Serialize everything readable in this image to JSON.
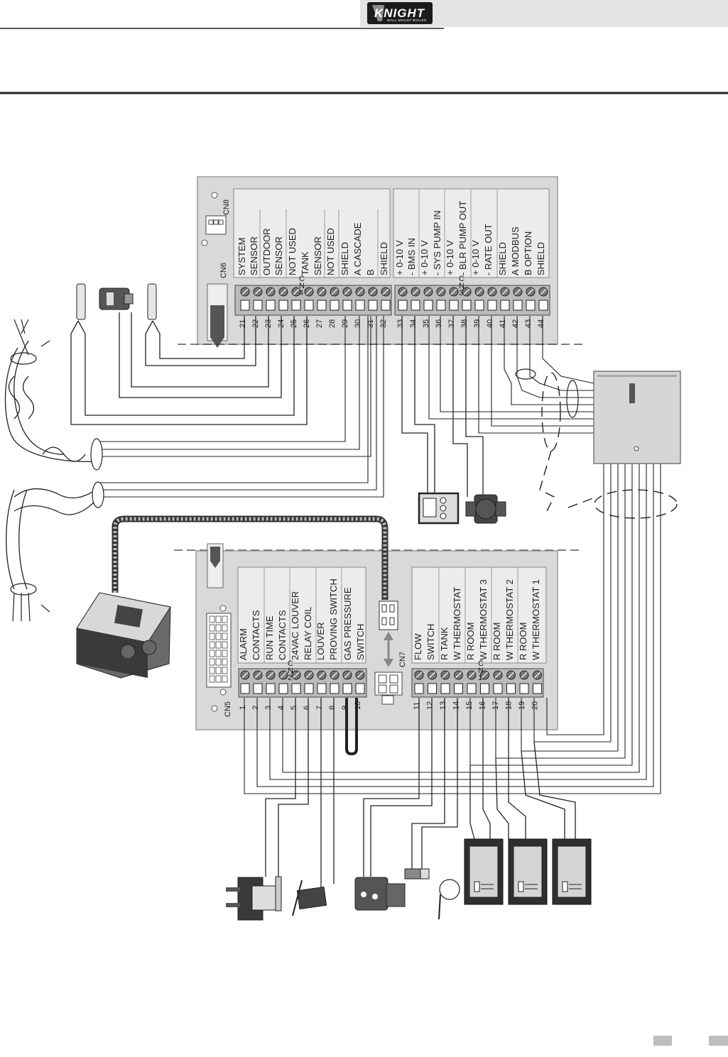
{
  "header": {
    "logo_text": "KNIGHT",
    "logo_subtext": "WALL MOUNT BOILER"
  },
  "upper_board": {
    "connectors": [
      "CN8",
      "CN6"
    ],
    "labels_left": [
      "SYSTEM",
      "SENSOR",
      "OUTDOOR",
      "SENSOR",
      "NOT USED",
      "TANK",
      "SENSOR",
      "NOT USED",
      "SHIELD",
      "A   CASCADE",
      "B",
      "SHIELD"
    ],
    "labels_right": [
      "+  0-10 V",
      "-  BMS IN",
      "+  0-10 V",
      "-  SYS PUMP IN",
      "+  0-10 V",
      "-  BLR PUMP OUT",
      "+  0-10 V",
      "-  RATE OUT",
      "SHIELD",
      "A   MODBUS",
      "B   OPTION",
      "SHIELD"
    ],
    "cn_markers": [
      {
        "c": "C",
        "n": "N",
        "d": "4"
      },
      {
        "c": "C",
        "n": "N",
        "d": "3"
      }
    ],
    "terminals_left": [
      "21",
      "22",
      "23",
      "24",
      "25",
      "26",
      "27",
      "28",
      "29",
      "30",
      "31",
      "32"
    ],
    "terminals_right": [
      "33",
      "34",
      "35",
      "36",
      "37",
      "38",
      "39",
      "40",
      "41",
      "42",
      "43",
      "44"
    ]
  },
  "lower_board": {
    "connectors": [
      "CN5",
      "CN7"
    ],
    "labels_left": [
      "ALARM",
      "CONTACTS",
      "RUN TIME",
      "CONTACTS",
      "24VAC LOUVER",
      "RELAY COIL",
      "LOUVER",
      "PROVING SWITCH",
      "GAS PRESSURE",
      "SWITCH"
    ],
    "labels_right": [
      "FLOW",
      "SWITCH",
      "R  TANK",
      "W  THERMOSTAT",
      "R  ROOM",
      "W  THERMOSTAT 3",
      "R  ROOM",
      "W  THERMOSTAT 2",
      "R  ROOM",
      "W  THERMOSTAT 1"
    ],
    "cn_markers": [
      {
        "c": "C",
        "n": "N",
        "d": "2"
      },
      {
        "c": "C",
        "n": "N",
        "d": "1"
      }
    ],
    "terminals_left": [
      "1",
      "2",
      "3",
      "4",
      "5",
      "6",
      "7",
      "8",
      "9",
      "10"
    ],
    "terminals_right": [
      "11",
      "12",
      "13",
      "14",
      "15",
      "16",
      "17",
      "18",
      "19",
      "20"
    ]
  },
  "colors": {
    "board": "#d9d9d9",
    "board_edge": "#9a9a9a",
    "label_panel": "#ececec",
    "header_bar": "#e4e4e4",
    "device_dark": "#3c3c3c",
    "footer_tab": "#bdbdbd"
  },
  "icons": [
    "knight-logo-icon",
    "sensor-probe-icon",
    "outdoor-sensor-icon",
    "bms-controller-icon",
    "pump-icon",
    "gas-valve-icon",
    "louver-relay-icon",
    "microswitch-icon",
    "flow-switch-icon",
    "tank-sensor-icon",
    "room-thermostat-icon",
    "modbus-module-icon"
  ]
}
